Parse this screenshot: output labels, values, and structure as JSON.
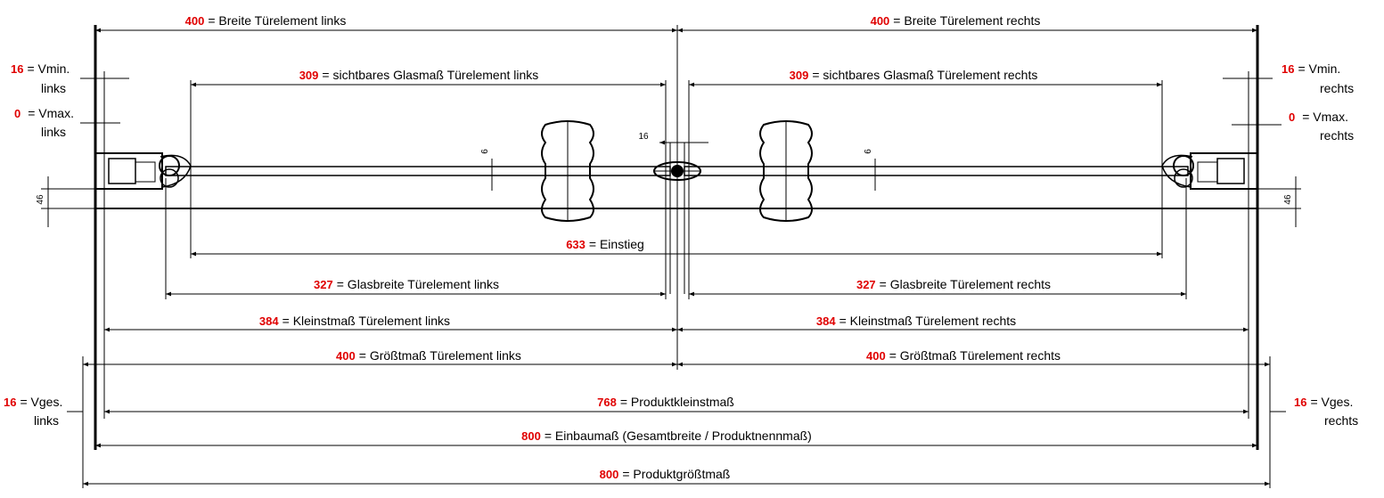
{
  "colors": {
    "accent": "#e00000",
    "ink": "#000000"
  },
  "dimensions": {
    "breite_links": {
      "value": "400",
      "label": "= Breite Türelement links"
    },
    "breite_rechts": {
      "value": "400",
      "label": "= Breite Türelement rechts"
    },
    "glas_sicht_links": {
      "value": "309",
      "label": "= sichtbares Glasmaß Türelement links"
    },
    "glas_sicht_rechts": {
      "value": "309",
      "label": "= sichtbares Glasmaß Türelement rechts"
    },
    "einstieg": {
      "value": "633",
      "label": "= Einstieg"
    },
    "glasbreite_links": {
      "value": "327",
      "label": "= Glasbreite Türelement links"
    },
    "glasbreite_rechts": {
      "value": "327",
      "label": "= Glasbreite Türelement rechts"
    },
    "kleinst_links": {
      "value": "384",
      "label": "= Kleinstmaß Türelement links"
    },
    "kleinst_rechts": {
      "value": "384",
      "label": "= Kleinstmaß Türelement rechts"
    },
    "groesst_links": {
      "value": "400",
      "label": "= Größtmaß Türelement links"
    },
    "groesst_rechts": {
      "value": "400",
      "label": "= Größtmaß Türelement rechts"
    },
    "produktkleinst": {
      "value": "768",
      "label": "= Produktkleinstmaß"
    },
    "einbau": {
      "value": "800",
      "label": "= Einbaumaß (Gesamtbreite / Produktnennmaß)"
    },
    "produktgroesst": {
      "value": "800",
      "label": "= Produktgrößtmaß"
    }
  },
  "side_notes": {
    "vmin_links": {
      "value": "16",
      "line1": "= Vmin.",
      "line2": "links"
    },
    "vmax_links": {
      "value": "0",
      "line1": "= Vmax.",
      "line2": "links"
    },
    "vmin_rechts": {
      "value": "16",
      "line1": "= Vmin.",
      "line2": "rechts"
    },
    "vmax_rechts": {
      "value": "0",
      "line1": "= Vmax.",
      "line2": "rechts"
    },
    "vges_links": {
      "value": "16",
      "line1": "= Vges.",
      "line2": "links"
    },
    "vges_rechts": {
      "value": "16",
      "line1": "= Vges.",
      "line2": "rechts"
    }
  },
  "small_labels": {
    "center_gap": "16",
    "glass_thickness": "6",
    "profile_depth": "46"
  }
}
